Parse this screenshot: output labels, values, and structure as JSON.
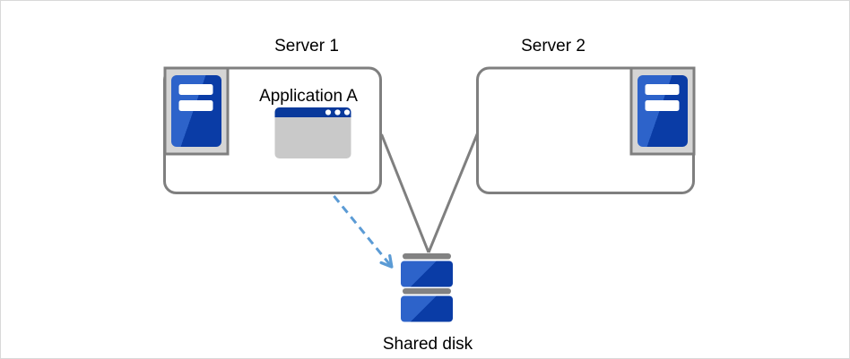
{
  "diagram": {
    "nodes": {
      "server1": {
        "label": "Server 1"
      },
      "server2": {
        "label": "Server 2"
      },
      "application": {
        "label": "Application A"
      },
      "shared_disk": {
        "label": "Shared disk"
      }
    },
    "icons": {
      "server_tower": "server-tower-icon",
      "app_window": "application-window-icon",
      "shared_disk": "shared-disk-icon",
      "dashed_arrow": "dashed-arrow-icon"
    },
    "colors": {
      "box_border": "#7f7f7f",
      "connector_gray": "#7f7f7f",
      "icon_panel_gray": "#d5d5d5",
      "tower_blue_light": "#2d63ca",
      "tower_blue_dark": "#0a3ca6",
      "titlebar_navy": "#09399b",
      "window_body_gray": "#c9c9c9",
      "disk_bar_gray": "#828282",
      "dashed_arrow_blue": "#5b9bd5",
      "label_text": "#000000",
      "frame_border": "#d9d9d9",
      "background": "#ffffff"
    }
  }
}
